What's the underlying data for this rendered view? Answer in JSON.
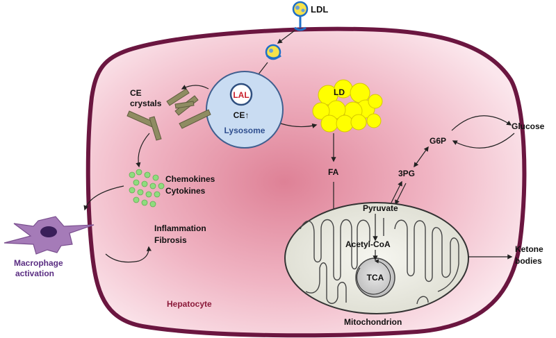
{
  "labels": {
    "ldl": "LDL",
    "ce_crystals_line1": "CE",
    "ce_crystals_line2": "crystals",
    "lal": "LAL",
    "ce_up": "CE↑",
    "lysosome": "Lysosome",
    "ld": "LD",
    "fa": "FA",
    "g6p": "G6P",
    "glucose": "Glucose",
    "three_pg": "3PG",
    "chemokines": "Chemokines",
    "cytokines": "Cytokines",
    "inflammation": "Inflammation",
    "fibrosis": "Fibrosis",
    "macrophage_line1": "Macrophage",
    "macrophage_line2": "activation",
    "pyruvate": "Pyruvate",
    "acetyl_coa": "Acetyl-CoA",
    "tca": "TCA",
    "ketone_line1": "Ketone",
    "ketone_line2": "bodies",
    "hepatocyte": "Hepatocyte",
    "mitochondrion": "Mitochondrion"
  },
  "colors": {
    "cell_membrane": "#6b1640",
    "cell_fill_center": "#e08a9e",
    "cell_fill_edge": "#fbe4ea",
    "lysosome_fill": "#c9dcf2",
    "lysosome_stroke": "#3f5f8f",
    "lipid_droplet": "#ffff00",
    "crystal": "#8f8c62",
    "chemokine_dots": "#8fdc7e",
    "macrophage": "#a57bb8",
    "mito_fill": "#efefe6",
    "mito_stroke": "#333333",
    "label_purple": "#5a2d82",
    "label_maroon": "#8b1a3a"
  }
}
